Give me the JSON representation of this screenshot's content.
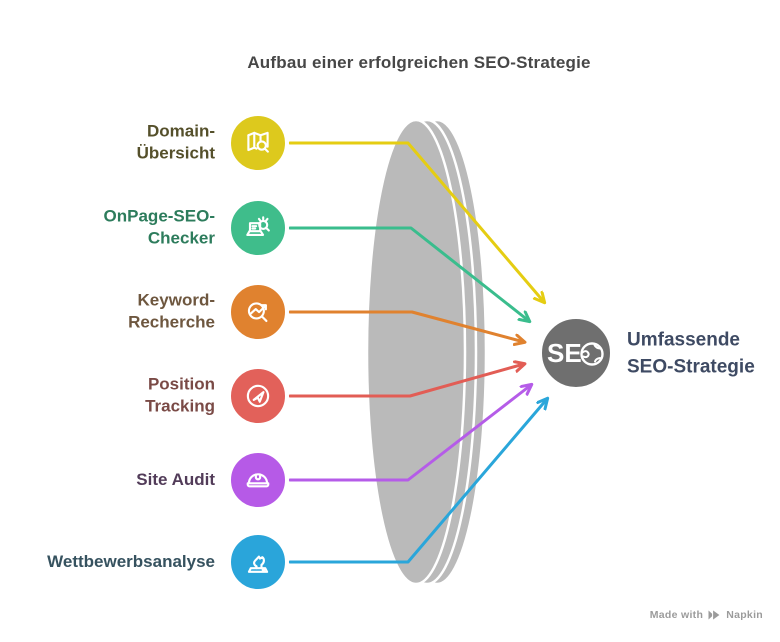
{
  "title": "Aufbau einer erfolgreichen SEO-Strategie",
  "lens": {
    "color": "#bababa"
  },
  "items": [
    {
      "label": "Domain-\nÜbersicht",
      "icon": "map-search-icon",
      "circle_color": "#ddc91d",
      "line_color": "#e5cd12",
      "text_color": "#55502b"
    },
    {
      "label": "OnPage-SEO-\nChecker",
      "icon": "laptop-search-icon",
      "circle_color": "#3fbd8b",
      "line_color": "#3abd8d",
      "text_color": "#2d7c5c"
    },
    {
      "label": "Keyword-\nRecherche",
      "icon": "trend-magnifier-icon",
      "circle_color": "#e0822f",
      "line_color": "#e0822f",
      "text_color": "#6e573f"
    },
    {
      "label": "Position\nTracking",
      "icon": "navigation-circle-icon",
      "circle_color": "#e2615a",
      "line_color": "#e25d55",
      "text_color": "#7a4a46"
    },
    {
      "label": "Site Audit",
      "icon": "hard-hat-icon",
      "circle_color": "#b65ae7",
      "line_color": "#b55ce8",
      "text_color": "#523c59"
    },
    {
      "label": "Wettbewerbsanalyse",
      "icon": "chess-knight-icon",
      "circle_color": "#2aa5da",
      "line_color": "#2aa6da",
      "text_color": "#36525f"
    }
  ],
  "result": {
    "label": "Umfassende\nSEO-Strategie",
    "badge_text": "SE",
    "badge_icon": "globe-icon",
    "circle_color": "#6f6f6f",
    "text_color": "#3e4a63"
  },
  "footer": {
    "made_with": "Made with",
    "brand": "Napkin"
  }
}
